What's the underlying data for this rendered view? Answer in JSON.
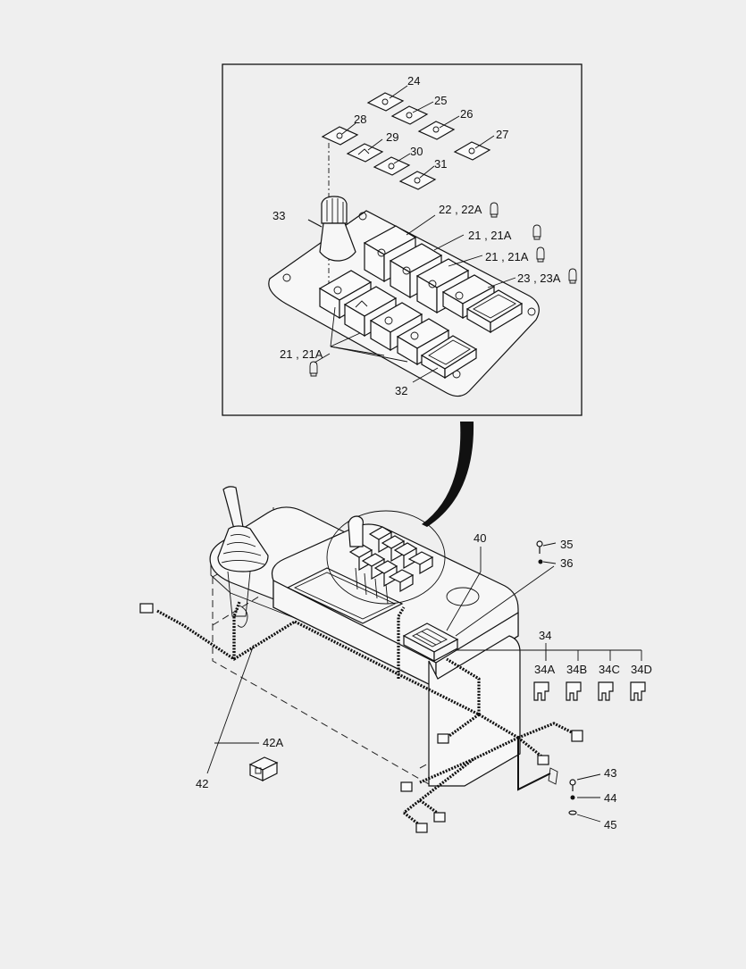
{
  "callouts": {
    "c24": "24",
    "c25": "25",
    "c26": "26",
    "c27": "27",
    "c28": "28",
    "c29": "29",
    "c30": "30",
    "c31": "31",
    "c33": "33",
    "c22": "22 , 22A",
    "c21a": "21 , 21A",
    "c21b": "21 , 21A",
    "c23": "23 , 23A",
    "c21c": "21 , 21A",
    "c32": "32",
    "c40": "40",
    "c35": "35",
    "c36": "36",
    "c34": "34",
    "c34A": "34A",
    "c34B": "34B",
    "c34C": "34C",
    "c34D": "34D",
    "c42A": "42A",
    "c42": "42",
    "c43": "43",
    "c44": "44",
    "c45": "45"
  },
  "colors": {
    "background": "#efefef",
    "line": "#111111"
  }
}
